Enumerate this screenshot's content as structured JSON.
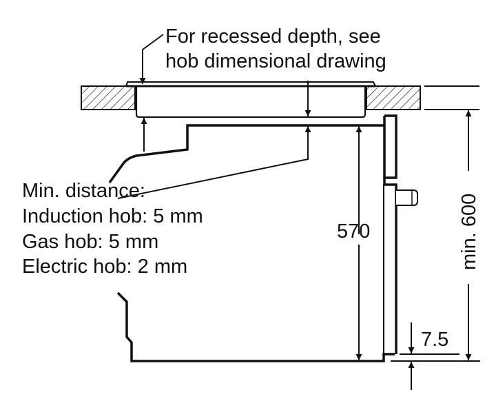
{
  "annotation_top": {
    "line1": "For recessed depth, see",
    "line2": "hob dimensional drawing"
  },
  "min_distance": {
    "title": "Min. distance:",
    "induction": "Induction hob: 5 mm",
    "gas": "Gas hob: 5 mm",
    "electric": "Electric hob: 2 mm"
  },
  "dimensions": {
    "oven_height": "570",
    "niche_height": "min. 600",
    "bottom_offset": "7.5"
  },
  "colors": {
    "line": "#111111",
    "background": "#ffffff"
  }
}
